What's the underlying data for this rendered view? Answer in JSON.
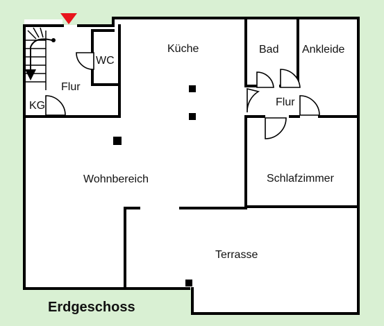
{
  "title": "Erdgeschoss",
  "rooms": {
    "kg": "KG",
    "flur_entry": "Flur",
    "wc": "WC",
    "kueche": "Küche",
    "bad": "Bad",
    "ankleide": "Ankleide",
    "flur_inner": "Flur",
    "wohnbereich": "Wohnbereich",
    "schlafzimmer": "Schlafzimmer",
    "terrasse": "Terrasse"
  },
  "colors": {
    "background": "#d9f0d3",
    "floor": "#ffffff",
    "wall": "#000000",
    "entrance_marker": "#e8141c"
  },
  "icons": {
    "entrance": "entrance-marker-icon",
    "stairs": "staircase-icon"
  }
}
